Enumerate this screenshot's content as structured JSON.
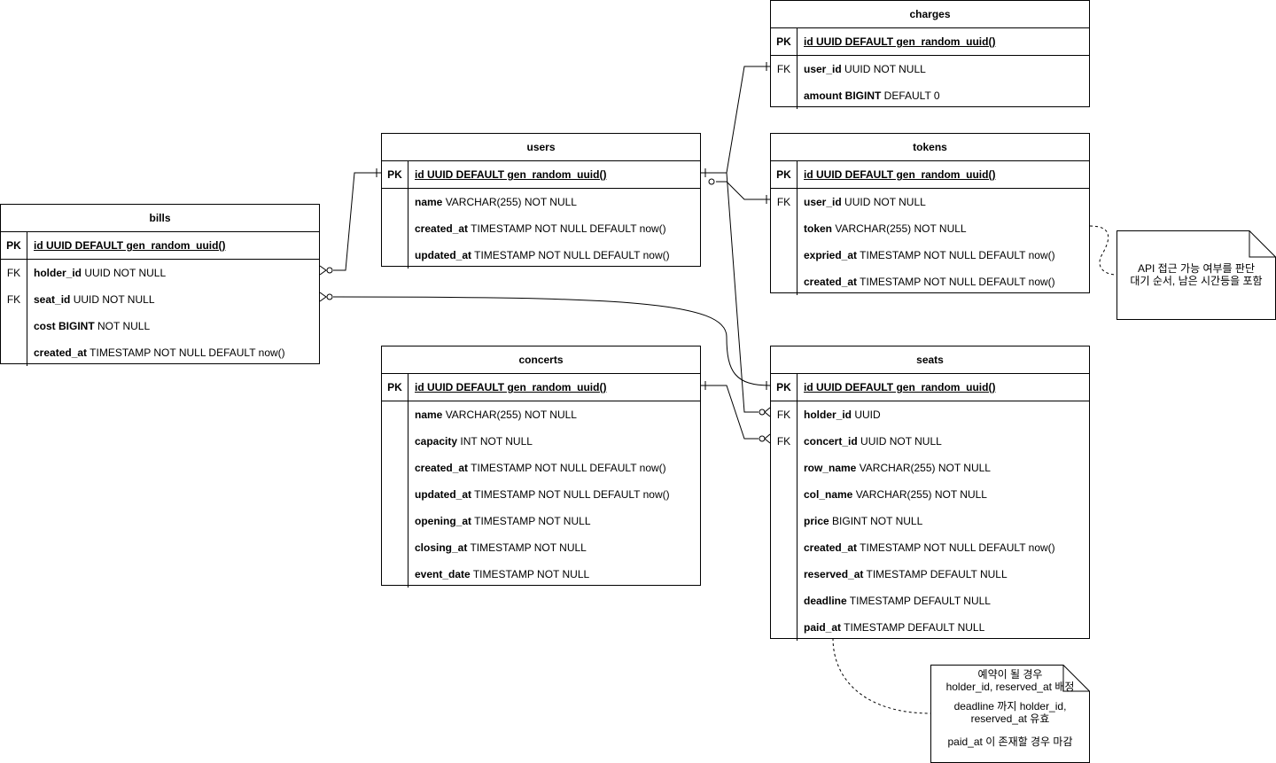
{
  "entities": {
    "charges": {
      "title": "charges",
      "pk": {
        "key": "PK",
        "text": "id UUID DEFAULT gen_random_uuid()"
      },
      "rows": [
        {
          "key": "FK",
          "name": "user_id",
          "type": " UUID NOT NULL"
        },
        {
          "key": "",
          "name": "amount BIGINT",
          "type": " DEFAULT 0"
        }
      ]
    },
    "users": {
      "title": "users",
      "pk": {
        "key": "PK",
        "text": "id UUID DEFAULT gen_random_uuid()"
      },
      "rows": [
        {
          "key": "",
          "name": "name",
          "type": " VARCHAR(255) NOT NULL"
        },
        {
          "key": "",
          "name": "created_at",
          "type": " TIMESTAMP NOT NULL DEFAULT now()"
        },
        {
          "key": "",
          "name": "updated_at",
          "type": " TIMESTAMP NOT NULL DEFAULT now()"
        }
      ]
    },
    "tokens": {
      "title": "tokens",
      "pk": {
        "key": "PK",
        "text": "id UUID DEFAULT gen_random_uuid()"
      },
      "rows": [
        {
          "key": "FK",
          "name": "user_id",
          "type": " UUID NOT NULL"
        },
        {
          "key": "",
          "name": "token",
          "type": " VARCHAR(255) NOT NULL"
        },
        {
          "key": "",
          "name": "expried_at",
          "type": " TIMESTAMP NOT NULL DEFAULT now()"
        },
        {
          "key": "",
          "name": "created_at",
          "type": " TIMESTAMP NOT NULL DEFAULT now()"
        }
      ]
    },
    "bills": {
      "title": "bills",
      "pk": {
        "key": "PK",
        "text": "id UUID DEFAULT gen_random_uuid()"
      },
      "rows": [
        {
          "key": "FK",
          "name": "holder_id",
          "type": " UUID NOT NULL"
        },
        {
          "key": "FK",
          "name": "seat_id",
          "type": " UUID NOT NULL"
        },
        {
          "key": "",
          "name": "cost BIGINT",
          "type": " NOT NULL"
        },
        {
          "key": "",
          "name": "created_at",
          "type": " TIMESTAMP NOT NULL DEFAULT now()"
        }
      ]
    },
    "concerts": {
      "title": "concerts",
      "pk": {
        "key": "PK",
        "text": "id UUID DEFAULT gen_random_uuid()"
      },
      "rows": [
        {
          "key": "",
          "name": "name",
          "type": " VARCHAR(255) NOT NULL"
        },
        {
          "key": "",
          "name": "capacity",
          "type": " INT NOT NULL"
        },
        {
          "key": "",
          "name": "created_at",
          "type": " TIMESTAMP NOT NULL DEFAULT now()"
        },
        {
          "key": "",
          "name": "updated_at",
          "type": " TIMESTAMP NOT NULL DEFAULT now()"
        },
        {
          "key": "",
          "name": "opening_at",
          "type": " TIMESTAMP NOT NULL"
        },
        {
          "key": "",
          "name": "closing_at",
          "type": " TIMESTAMP NOT NULL"
        },
        {
          "key": "",
          "name": "event_date",
          "type": " TIMESTAMP NOT NULL"
        }
      ]
    },
    "seats": {
      "title": "seats",
      "pk": {
        "key": "PK",
        "text": "id UUID DEFAULT gen_random_uuid()"
      },
      "rows": [
        {
          "key": "FK",
          "name": "holder_id",
          "type": " UUID"
        },
        {
          "key": "FK",
          "name": "concert_id",
          "type": " UUID NOT NULL"
        },
        {
          "key": "",
          "name": "row_name",
          "type": " VARCHAR(255) NOT NULL"
        },
        {
          "key": "",
          "name": "col_name",
          "type": " VARCHAR(255) NOT NULL"
        },
        {
          "key": "",
          "name": "price",
          "type": " BIGINT NOT NULL"
        },
        {
          "key": "",
          "name": "created_at",
          "type": " TIMESTAMP NOT NULL DEFAULT now()"
        },
        {
          "key": "",
          "name": "reserved_at",
          "type": " TIMESTAMP DEFAULT NULL"
        },
        {
          "key": "",
          "name": "deadline",
          "type": " TIMESTAMP DEFAULT NULL"
        },
        {
          "key": "",
          "name": "paid_at",
          "type": " TIMESTAMP DEFAULT NULL"
        }
      ]
    }
  },
  "notes": {
    "tokens_note": {
      "lines": [
        "API 접근 가능 여부를 판단",
        "대기 순서, 남은 시간등을 포함"
      ]
    },
    "seats_note": {
      "lines": [
        "예약이 될 경우",
        "holder_id, reserved_at 배정",
        "",
        "deadline 까지 holder_id,",
        "reserved_at 유효",
        "",
        "paid_at 이 존재할 경우 마감"
      ]
    }
  },
  "relations": [
    {
      "from": "users.id",
      "to": "charges.user_id",
      "cardinality": "one-to-one"
    },
    {
      "from": "users.id",
      "to": "tokens.user_id",
      "cardinality": "zero-or-one-to-one"
    },
    {
      "from": "users.id",
      "to": "bills.holder_id",
      "cardinality": "one-to-zero-or-many"
    },
    {
      "from": "users.id",
      "to": "seats.holder_id",
      "cardinality": "one-to-zero-or-many"
    },
    {
      "from": "seats.id",
      "to": "bills.seat_id",
      "cardinality": "one-to-zero-or-many"
    },
    {
      "from": "concerts.id",
      "to": "seats.concert_id",
      "cardinality": "one-to-zero-or-many"
    }
  ]
}
